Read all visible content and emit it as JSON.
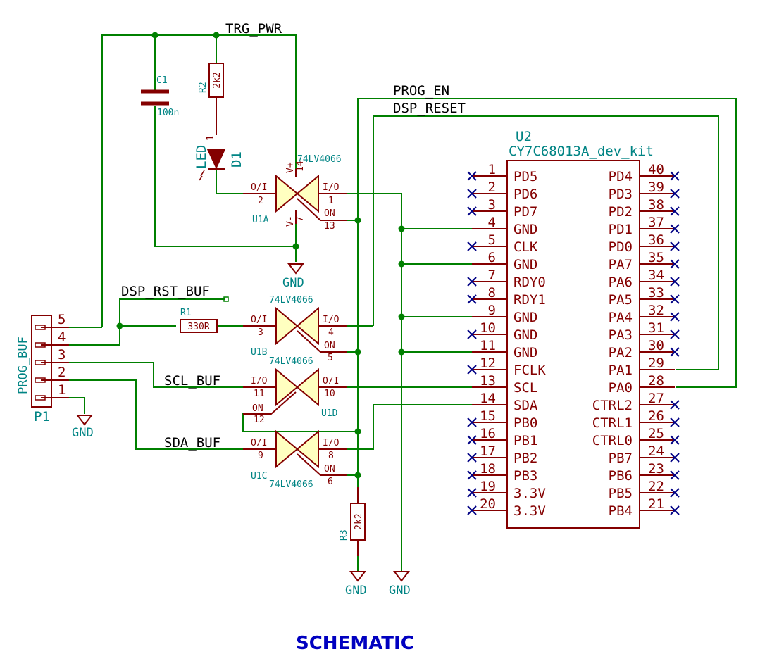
{
  "heading": "SCHEMATIC",
  "nets": {
    "trg_pwr": "TRG_PWR",
    "prog_en": "PROG_EN",
    "dsp_reset": "DSP_RESET",
    "dsp_rst_buf": "DSP_RST_BUF",
    "scl_buf": "SCL_BUF",
    "sda_buf": "SDA_BUF"
  },
  "gnd_label": "GND",
  "c1": {
    "ref": "C1",
    "value": "100n"
  },
  "r1": {
    "ref": "R1",
    "value": "330R"
  },
  "r2": {
    "ref": "R2",
    "value": "2k2"
  },
  "r3": {
    "ref": "R3",
    "value": "2k2"
  },
  "d1": {
    "ref": "D1",
    "value": "LED",
    "pin1": "1"
  },
  "u1": {
    "part": "74LV4066",
    "vplus": "V+",
    "vplus_pin": "14",
    "vminus": "V-",
    "vminus_pin": "7",
    "a": {
      "ref": "U1A",
      "in": "O/I",
      "in_pin": "2",
      "out": "I/O",
      "out_pin": "1",
      "on": "ON",
      "on_pin": "13"
    },
    "b": {
      "ref": "U1B",
      "in": "O/I",
      "in_pin": "3",
      "out": "I/O",
      "out_pin": "4",
      "on": "ON",
      "on_pin": "5"
    },
    "d": {
      "ref": "U1D",
      "in": "I/O",
      "in_pin": "11",
      "out": "O/I",
      "out_pin": "10",
      "on": "ON",
      "on_pin": "12"
    },
    "c": {
      "ref": "U1C",
      "in": "O/I",
      "in_pin": "9",
      "out": "I/O",
      "out_pin": "8",
      "on": "ON",
      "on_pin": "6"
    }
  },
  "p1": {
    "ref": "P1",
    "value": "PROG_BUF",
    "pins": [
      "5",
      "4",
      "3",
      "2",
      "1"
    ]
  },
  "u2": {
    "ref": "U2",
    "value": "CY7C68013A_dev_kit",
    "left_pins": [
      {
        "num": "1",
        "name": "PD5"
      },
      {
        "num": "2",
        "name": "PD6"
      },
      {
        "num": "3",
        "name": "PD7"
      },
      {
        "num": "4",
        "name": "GND"
      },
      {
        "num": "5",
        "name": "CLK"
      },
      {
        "num": "6",
        "name": "GND"
      },
      {
        "num": "7",
        "name": "RDY0"
      },
      {
        "num": "8",
        "name": "RDY1"
      },
      {
        "num": "9",
        "name": "GND"
      },
      {
        "num": "10",
        "name": "GND"
      },
      {
        "num": "11",
        "name": "GND"
      },
      {
        "num": "12",
        "name": "FCLK"
      },
      {
        "num": "13",
        "name": "SCL"
      },
      {
        "num": "14",
        "name": "SDA"
      },
      {
        "num": "15",
        "name": "PB0"
      },
      {
        "num": "16",
        "name": "PB1"
      },
      {
        "num": "17",
        "name": "PB2"
      },
      {
        "num": "18",
        "name": "PB3"
      },
      {
        "num": "19",
        "name": "3.3V"
      },
      {
        "num": "20",
        "name": "3.3V"
      }
    ],
    "right_pins": [
      {
        "num": "40",
        "name": "PD4"
      },
      {
        "num": "39",
        "name": "PD3"
      },
      {
        "num": "38",
        "name": "PD2"
      },
      {
        "num": "37",
        "name": "PD1"
      },
      {
        "num": "36",
        "name": "PD0"
      },
      {
        "num": "35",
        "name": "PA7"
      },
      {
        "num": "34",
        "name": "PA6"
      },
      {
        "num": "33",
        "name": "PA5"
      },
      {
        "num": "32",
        "name": "PA4"
      },
      {
        "num": "31",
        "name": "PA3"
      },
      {
        "num": "30",
        "name": "PA2"
      },
      {
        "num": "29",
        "name": "PA1"
      },
      {
        "num": "28",
        "name": "PA0"
      },
      {
        "num": "27",
        "name": "CTRL2"
      },
      {
        "num": "26",
        "name": "CTRL1"
      },
      {
        "num": "25",
        "name": "CTRL0"
      },
      {
        "num": "24",
        "name": "PB7"
      },
      {
        "num": "23",
        "name": "PB6"
      },
      {
        "num": "22",
        "name": "PB5"
      },
      {
        "num": "21",
        "name": "PB4"
      }
    ]
  }
}
